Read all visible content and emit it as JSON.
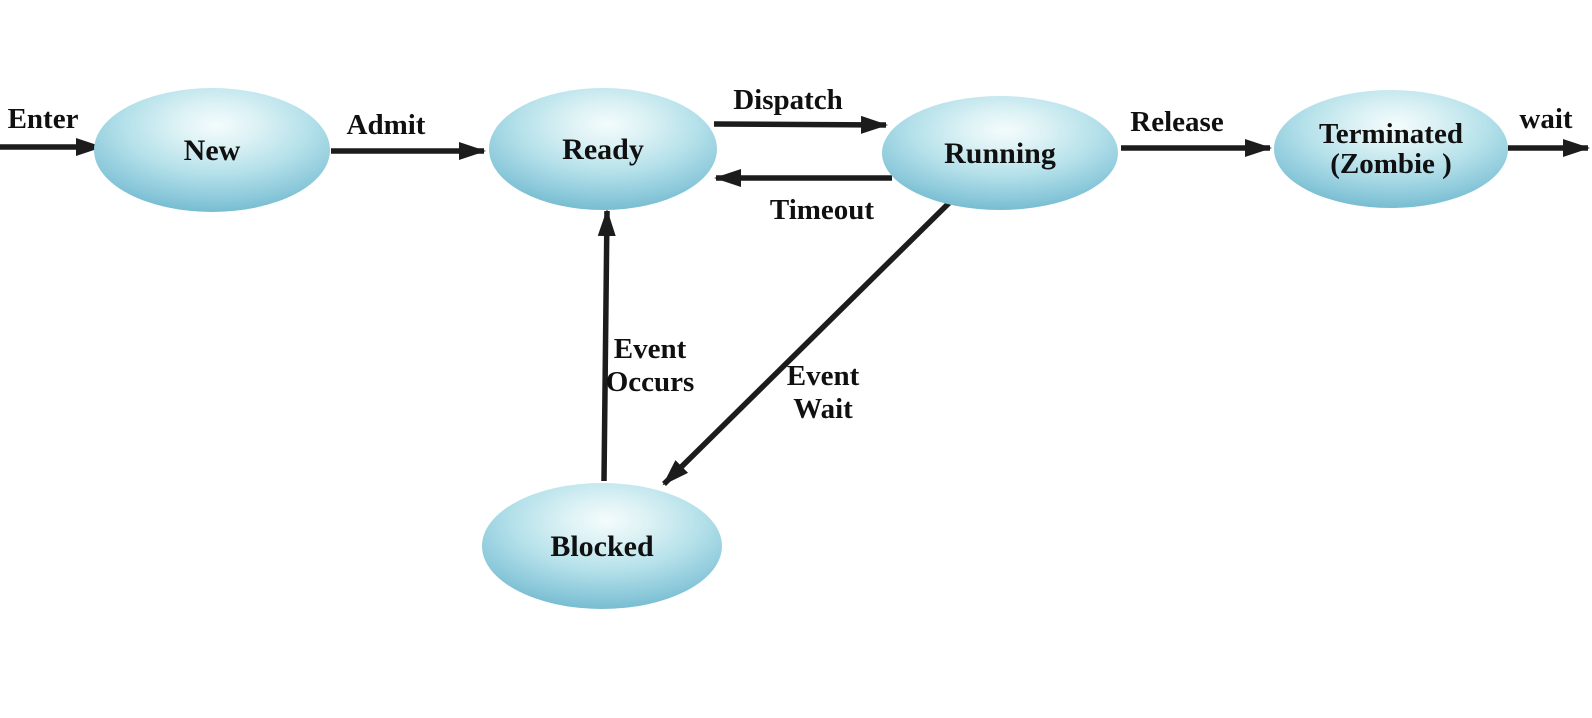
{
  "diagram": {
    "type": "state-diagram",
    "subject": "process-lifecycle",
    "colors": {
      "background": "#ffffff",
      "node_fill_highlight": "#f4fcfc",
      "node_fill_mid": "#b5e1ea",
      "node_fill_edge": "#74bacf",
      "arrow": "#1c1c1c",
      "text": "#101010"
    },
    "nodes": {
      "new": {
        "label": "New"
      },
      "ready": {
        "label": "Ready"
      },
      "running": {
        "label": "Running"
      },
      "terminated": {
        "line1": "Terminated",
        "line2": "(Zombie )"
      },
      "blocked": {
        "label": "Blocked"
      }
    },
    "edges": {
      "enter": {
        "label": "Enter",
        "from": "outside",
        "to": "new"
      },
      "admit": {
        "label": "Admit",
        "from": "new",
        "to": "ready"
      },
      "dispatch": {
        "label": "Dispatch",
        "from": "ready",
        "to": "running"
      },
      "timeout": {
        "label": "Timeout",
        "from": "running",
        "to": "ready"
      },
      "release": {
        "label": "Release",
        "from": "running",
        "to": "terminated"
      },
      "wait": {
        "label": "wait",
        "from": "terminated",
        "to": "outside"
      },
      "event_occurs": {
        "line1": "Event",
        "line2": "Occurs",
        "from": "blocked",
        "to": "ready"
      },
      "event_wait": {
        "line1": "Event",
        "line2": "Wait",
        "from": "running",
        "to": "blocked"
      }
    }
  }
}
